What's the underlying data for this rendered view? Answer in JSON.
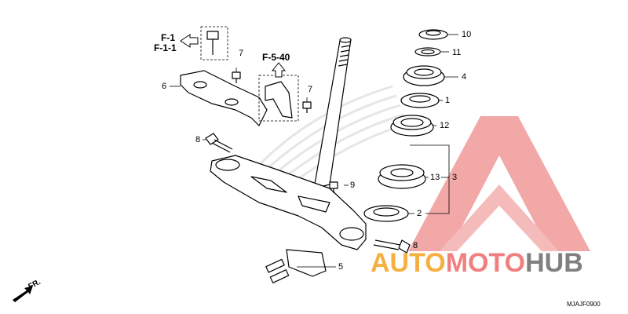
{
  "references": {
    "f1": "F-1",
    "f11": "F-1-1",
    "f540": "F-5-40"
  },
  "callouts": {
    "c10": "10",
    "c11": "11",
    "c4": "4",
    "c1": "1",
    "c12": "12",
    "c13": "13",
    "c3": "3",
    "c2": "2",
    "c8a": "8",
    "c8b": "8",
    "c9": "9",
    "c7a": "7",
    "c7b": "7",
    "c6": "6",
    "c5": "5"
  },
  "direction_label": "FR.",
  "diagram_code": "MJAJF0900",
  "watermark": {
    "part1": "AUTO",
    "part2": "MOTO",
    "part3": "HUB",
    "color_orange": "#f5b041",
    "color_red": "#f08080",
    "color_gray": "#808080"
  }
}
